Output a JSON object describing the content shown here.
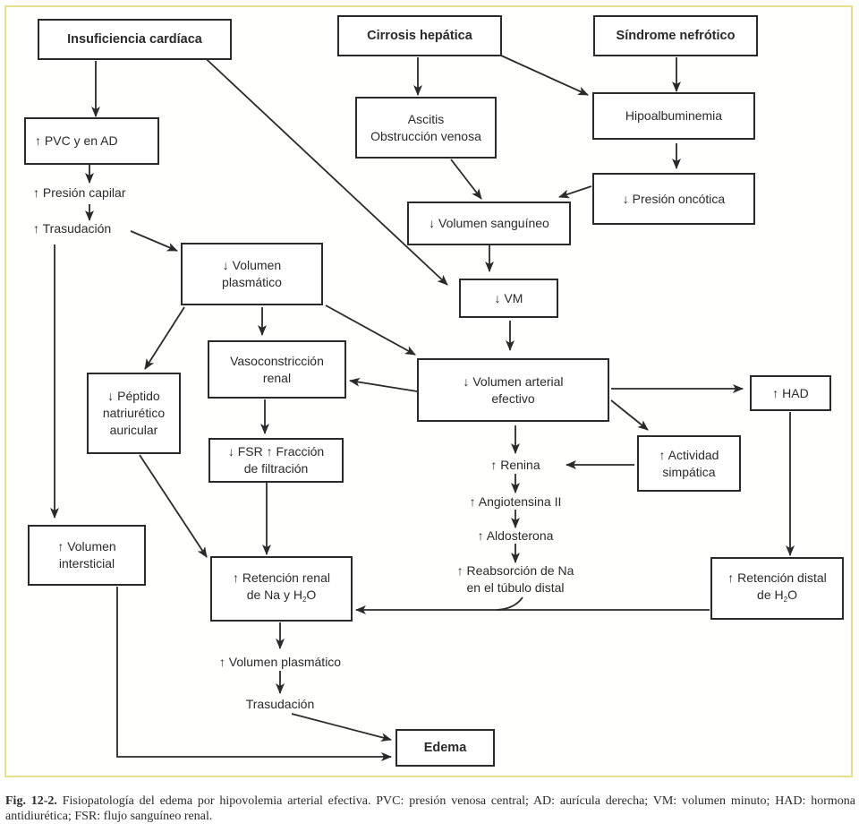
{
  "figure": {
    "title": "Fisiopatología del edema por hipovolemia arterial efectiva",
    "colors": {
      "frame": "#e6e08a",
      "line": "#2a2a2a",
      "text": "#2a2a2a"
    }
  },
  "nodes": {
    "insuficiencia_cardiaca": "Insuficiencia cardíaca",
    "cirrosis_hepatica": "Cirrosis hepática",
    "sindrome_nefrotico": "Síndrome nefrótico",
    "pvc_ad": "↑ PVC y en AD",
    "presion_capilar": "↑ Presión capilar",
    "trasudacion_1": "↑ Trasudación",
    "ascitis": "Ascitis\nObstrucción venosa",
    "hipoalbuminemia": "Hipoalbuminemia",
    "presion_oncotica": "↓ Presión oncótica",
    "volumen_sanguineo": "↓ Volumen sanguíneo",
    "volumen_plasmatico_bajo": "↓ Volumen\nplasmático",
    "vm": "↓ VM",
    "vasoconstriccion_renal": "Vasoconstricción\nrenal",
    "volumen_arterial_efectivo": "↓ Volumen arterial\nefectivo",
    "had": "↑ HAD",
    "peptido_natriuretico": "↓ Péptido\nnatriurético\nauricular",
    "fsr_fraccion": "↓ FSR ↑ Fracción\nde filtración",
    "actividad_simpatica": "↑ Actividad\nsimpática",
    "renina": "↑ Renina",
    "angiotensina": "↑ Angiotensina II",
    "aldosterona": "↑ Aldosterona",
    "reabsorcion_na": "↑ Reabsorción de Na\nen el túbulo distal",
    "volumen_intersticial": "↑ Volumen\nintersticial",
    "retencion_renal_line1": "↑ Retención renal",
    "retencion_renal_line2_pre": "de Na y H",
    "retencion_renal_sub": "2",
    "retencion_renal_line2_post": "O",
    "retencion_distal_line1": "↑ Retención distal",
    "retencion_distal_line2_pre": "de H",
    "retencion_distal_sub": "2",
    "retencion_distal_line2_post": "O",
    "volumen_plasmatico_alto": "↑ Volumen plasmático",
    "trasudacion_2": "Trasudación",
    "edema": "Edema"
  },
  "edges": [
    [
      "insuficiencia_cardiaca",
      "pvc_ad"
    ],
    [
      "insuficiencia_cardiaca",
      "vm"
    ],
    [
      "pvc_ad",
      "presion_capilar"
    ],
    [
      "presion_capilar",
      "trasudacion_1"
    ],
    [
      "trasudacion_1",
      "volumen_plasmatico_bajo"
    ],
    [
      "trasudacion_1",
      "volumen_intersticial"
    ],
    [
      "cirrosis_hepatica",
      "ascitis"
    ],
    [
      "cirrosis_hepatica",
      "hipoalbuminemia"
    ],
    [
      "sindrome_nefrotico",
      "hipoalbuminemia"
    ],
    [
      "hipoalbuminemia",
      "presion_oncotica"
    ],
    [
      "presion_oncotica",
      "volumen_sanguineo"
    ],
    [
      "ascitis",
      "volumen_sanguineo"
    ],
    [
      "volumen_sanguineo",
      "vm"
    ],
    [
      "vm",
      "volumen_arterial_efectivo"
    ],
    [
      "volumen_plasmatico_bajo",
      "peptido_natriuretico"
    ],
    [
      "volumen_plasmatico_bajo",
      "vasoconstriccion_renal"
    ],
    [
      "volumen_plasmatico_bajo",
      "volumen_arterial_efectivo"
    ],
    [
      "volumen_arterial_efectivo",
      "vasoconstriccion_renal"
    ],
    [
      "volumen_arterial_efectivo",
      "had"
    ],
    [
      "volumen_arterial_efectivo",
      "actividad_simpatica"
    ],
    [
      "volumen_arterial_efectivo",
      "renina"
    ],
    [
      "actividad_simpatica",
      "renina"
    ],
    [
      "renina",
      "angiotensina"
    ],
    [
      "angiotensina",
      "aldosterona"
    ],
    [
      "aldosterona",
      "reabsorcion_na"
    ],
    [
      "reabsorcion_na",
      "retencion_renal"
    ],
    [
      "vasoconstriccion_renal",
      "fsr_fraccion"
    ],
    [
      "fsr_fraccion",
      "retencion_renal"
    ],
    [
      "peptido_natriuretico",
      "retencion_renal"
    ],
    [
      "had",
      "retencion_distal"
    ],
    [
      "retencion_distal",
      "retencion_renal"
    ],
    [
      "retencion_renal",
      "volumen_plasmatico_alto"
    ],
    [
      "volumen_plasmatico_alto",
      "trasudacion_2"
    ],
    [
      "trasudacion_2",
      "edema"
    ],
    [
      "volumen_intersticial",
      "edema"
    ]
  ],
  "caption": {
    "lead": "Fig. 12-2.",
    "text": " Fisiopatología del edema por hipovolemia arterial efectiva. PVC: presión venosa central; AD: aurícula derecha; VM: volumen minuto; HAD: hormona antidiurética; FSR: flujo sanguíneo renal."
  }
}
